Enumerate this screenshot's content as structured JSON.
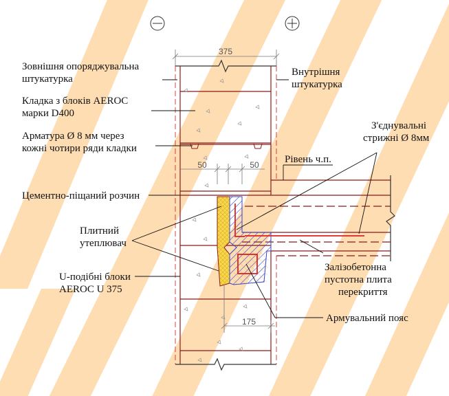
{
  "symbols": {
    "minus": "⊖",
    "plus": "⊕"
  },
  "dimensions": {
    "wall_width": "375",
    "insul_left": "50",
    "insul_right": "50",
    "beam": "175"
  },
  "labels": {
    "ext_plaster_1": "Зовнішня опоряджувальна",
    "ext_plaster_2": "штукатурка",
    "int_plaster_1": "Внутрішня",
    "int_plaster_2": "штукатурка",
    "masonry_1": "Кладка з блоків AEROC",
    "masonry_2": "марки D400",
    "rebar_1": "Арматура Ø 8 мм через",
    "rebar_2": "кожні чотири ряди кладки",
    "tie_bars_1": "З'єднувальні",
    "tie_bars_2": "стрижні Ø 8мм",
    "floor_level": "Рівень ч.п.",
    "mortar": "Цементно-піщаний розчин",
    "insulation_1": "Плитний",
    "insulation_2": "утеплювач",
    "u_blocks_1": "U-подібні блоки",
    "u_blocks_2": "AEROC U 375",
    "slab_1": "Залізобетонна",
    "slab_2": "пустотна плита",
    "slab_3": "перекриття",
    "ring_beam": "Армувальний пояс"
  },
  "colors": {
    "line": "#8b1a1a",
    "insulation": "#f5d94a",
    "hatch": "#3344cc",
    "rebar": "#e02020",
    "watermark": "#ffd7a6"
  }
}
